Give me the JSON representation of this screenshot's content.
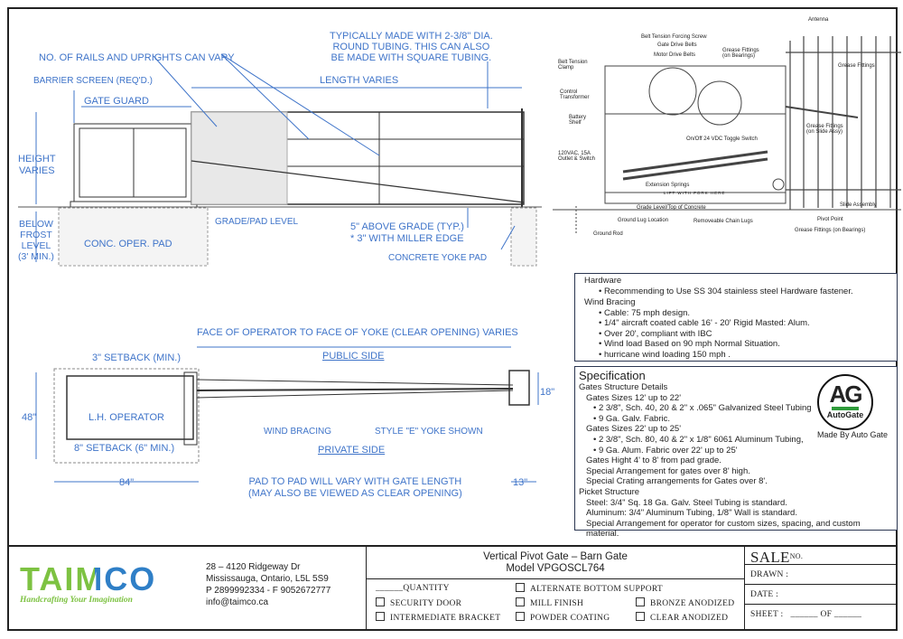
{
  "elevation": {
    "rails_note": "NO. OF RAILS AND UPRIGHTS CAN VARY",
    "tubing_note": [
      "TYPICALLY MADE WITH 2-3/8\" DIA.",
      "ROUND TUBING.  THIS CAN ALSO",
      "BE MADE WITH SQUARE TUBING."
    ],
    "barrier": "BARRIER SCREEN (REQ'D.)",
    "length": "LENGTH VARIES",
    "gate_guard": "GATE GUARD",
    "height": [
      "HEIGHT",
      "VARIES"
    ],
    "frost": [
      "BELOW",
      "FROST",
      "LEVEL",
      "(3' MIN.)"
    ],
    "grade": "GRADE/PAD LEVEL",
    "conc_pad": "CONC. OPER. PAD",
    "above_grade": [
      "5\" ABOVE GRADE (TYP.)",
      "* 3\" WITH MILLER EDGE"
    ],
    "yoke_pad": "CONCRETE YOKE PAD"
  },
  "plan": {
    "clear_opening": "FACE OF OPERATOR TO FACE OF YOKE (CLEAR OPENING) VARIES",
    "setback_top": "3\" SETBACK (MIN.)",
    "public": "PUBLIC SIDE",
    "private": "PRIVATE SIDE",
    "operator": "L.H. OPERATOR",
    "setback_bottom": "8\" SETBACK (6\" MIN.)",
    "wind": "WIND BRACING",
    "yoke": "STYLE \"E\" YOKE SHOWN",
    "dim_48": "48\"",
    "dim_18": "18\"",
    "dim_84": "84\"",
    "dim_13": "13\"",
    "pad_note": [
      "PAD TO PAD WILL VARY WITH GATE LENGTH",
      "(MAY ALSO BE VIEWED AS CLEAR OPENING)"
    ]
  },
  "detail_labels": {
    "antenna": "Antenna",
    "forcing_screw": "Belt Tension Forcing Screw",
    "gate_belts": "Gate Drive Belts",
    "motor_belts": "Motor Drive Belts",
    "grease_bearings_top": [
      "Grease Fittings",
      "(on Bearings)"
    ],
    "belt_clamp": [
      "Belt Tension",
      "Clamp"
    ],
    "grease": "Grease Fittings",
    "transformer": [
      "Control",
      "Transformer"
    ],
    "battery": [
      "Battery",
      "Shelf"
    ],
    "grease_slide": [
      "Grease Fittings",
      "(on Slide Assy)"
    ],
    "toggle": "On/Off 24 VDC Toggle Switch",
    "outlet": [
      "120VAC, 15A",
      "Outlet & Switch"
    ],
    "springs": "Extension Springs",
    "lift": "LIFT WITH FORK HERE",
    "slide": "Slide Assembly",
    "grade": "Grade Level/Top of Concrete",
    "pivot": "Pivot Point",
    "ground_lug": "Ground Lug Location",
    "chain_lugs": "Removeable Chain Lugs",
    "grease_bearings_bottom": "Grease Fittings (on Bearings)",
    "ground_rod": "Ground Rod"
  },
  "hardware": {
    "title": "Hardware",
    "items": [
      "Recommending to Use SS 304 stainless steel Hardware fastener."
    ],
    "wind_title": "Wind Bracing",
    "wind_items": [
      "Cable: 75 mph design.",
      "1/4\" aircraft coated cable 16' - 20' Rigid Masted: Alum.",
      "Over 20', compliant with IBC",
      "Wind load Based on 90 mph Normal Situation.",
      "hurricane wind loading 150 mph ."
    ]
  },
  "spec": {
    "title": "Specification",
    "structure": "Gates Structure Details",
    "size1": "Gates Sizes 12' up to 22'",
    "size1_items": [
      "2 3/8\", Sch. 40, 20 & 2\" x .065\" Galvanized Steel Tubing",
      "9 Ga. Galv. Fabric."
    ],
    "size2": "Gates Sizes 22' up to 25'",
    "size2_items": [
      "2 3/8\", Sch. 80, 40 & 2\" x 1/8\" 6061 Aluminum Tubing,",
      "9 Ga. Alum. Fabric over 22' up to 25'"
    ],
    "notes": [
      "Gates Hight 4' to 8' from pad grade.",
      "Special Arrangement for gates over 8' high.",
      "Special Crating arrangements for Gates over 8'."
    ],
    "picket": "Picket Structure",
    "picket_items": [
      "Steel: 3/4\" Sq. 18 Ga. Galv. Steel Tubing is standard.",
      "Aluminum: 3/4\" Aluminum Tubing, 1/8\" Wall is standard.",
      "Special Arrangement for operator for custom sizes, spacing, and custom material."
    ],
    "logo_text": "AutoGate",
    "logo_letters": "AG",
    "made_by": "Made By Auto Gate"
  },
  "title_block": {
    "brand": "TAIMCO",
    "tagline": "Handcrafting Your Imagination",
    "address": [
      "28 – 4120 Ridgeway Dr",
      "Mississauga, Ontario, L5L 5S9",
      "P 2899992334 - F 9052672777",
      "info@taimco.ca"
    ],
    "title": "Vertical Pivot Gate – Barn Gate",
    "model": "Model VPGOSCL764",
    "quantity": "QUANTITY",
    "options": [
      "SECURITY DOOR",
      "INTERMEDIATE BRACKET",
      "ALTERNATE BOTTOM SUPPORT",
      "MILL FINISH",
      "POWDER COATING",
      "BRONZE ANODIZED",
      "CLEAR ANODIZED"
    ],
    "sale": "SALE",
    "sale_no": "NO.",
    "drawn": "DRAWN :",
    "date": "DATE :",
    "sheet": "SHEET :",
    "of": "OF"
  },
  "colors": {
    "annotation": "#3f74c9",
    "brand_green": "#7dc242",
    "brand_blue": "#2f7fc7",
    "logo_green": "#2e9b3a"
  }
}
